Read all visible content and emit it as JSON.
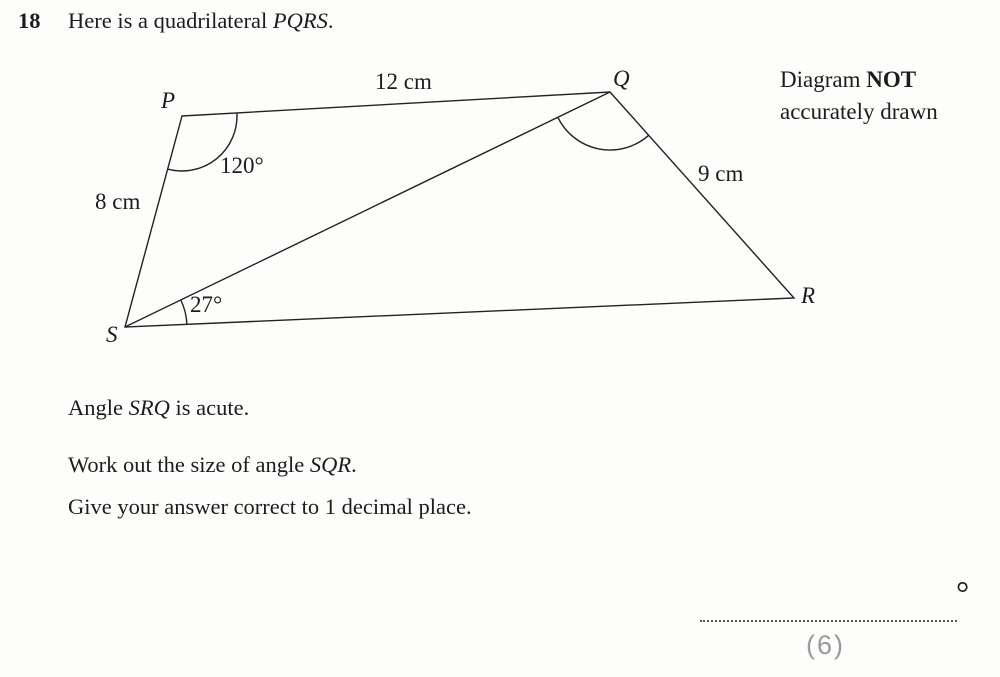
{
  "question": {
    "number": "18",
    "intro": {
      "plain": "Here is a quadrilateral ",
      "italic": "PQRS",
      "suffix": "."
    }
  },
  "diagram": {
    "note": {
      "line1_plain": "Diagram ",
      "line1_bold": "NOT",
      "line2": "accurately drawn"
    },
    "vertices": {
      "P": "P",
      "Q": "Q",
      "R": "R",
      "S": "S"
    },
    "sides": {
      "PQ": "12 cm",
      "PS": "8 cm",
      "QR": "9 cm"
    },
    "angles": {
      "P": "120°",
      "S": "27°"
    }
  },
  "body": {
    "line1": {
      "plain": "Angle ",
      "italic": "SRQ",
      "suffix": " is acute."
    },
    "line2": {
      "plain": "Work out the size of angle ",
      "italic": "SQR",
      "suffix": "."
    },
    "line3": "Give your answer correct to 1 decimal place."
  },
  "answer": {
    "unit": "°",
    "marks": "(6)"
  },
  "colors": {
    "ink": "#1c1c1c",
    "line": "#222222",
    "marks_gray": "#9a9a9a"
  }
}
